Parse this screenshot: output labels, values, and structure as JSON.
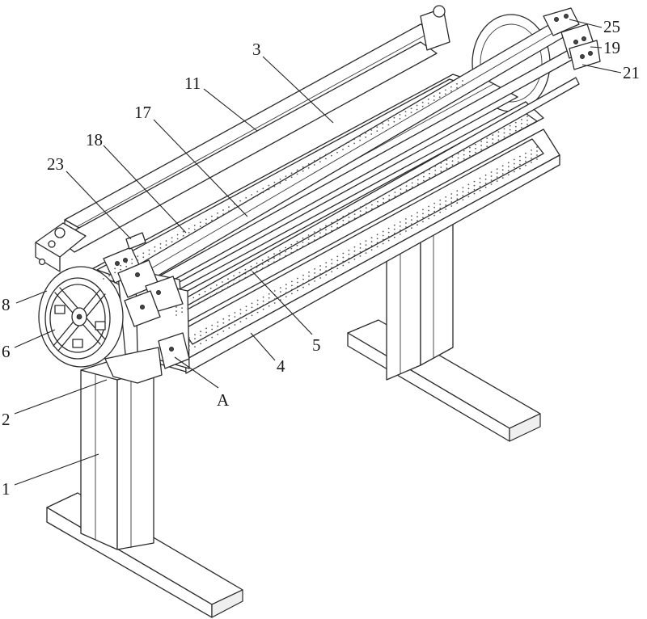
{
  "labels": {
    "l25": "25",
    "l19": "19",
    "l21": "21",
    "l3": "3",
    "l11": "11",
    "l17": "17",
    "l18": "18",
    "l23": "23",
    "l8": "8",
    "l6": "6",
    "l2": "2",
    "l1": "1",
    "lA": "A",
    "l4": "4",
    "l5": "5"
  }
}
